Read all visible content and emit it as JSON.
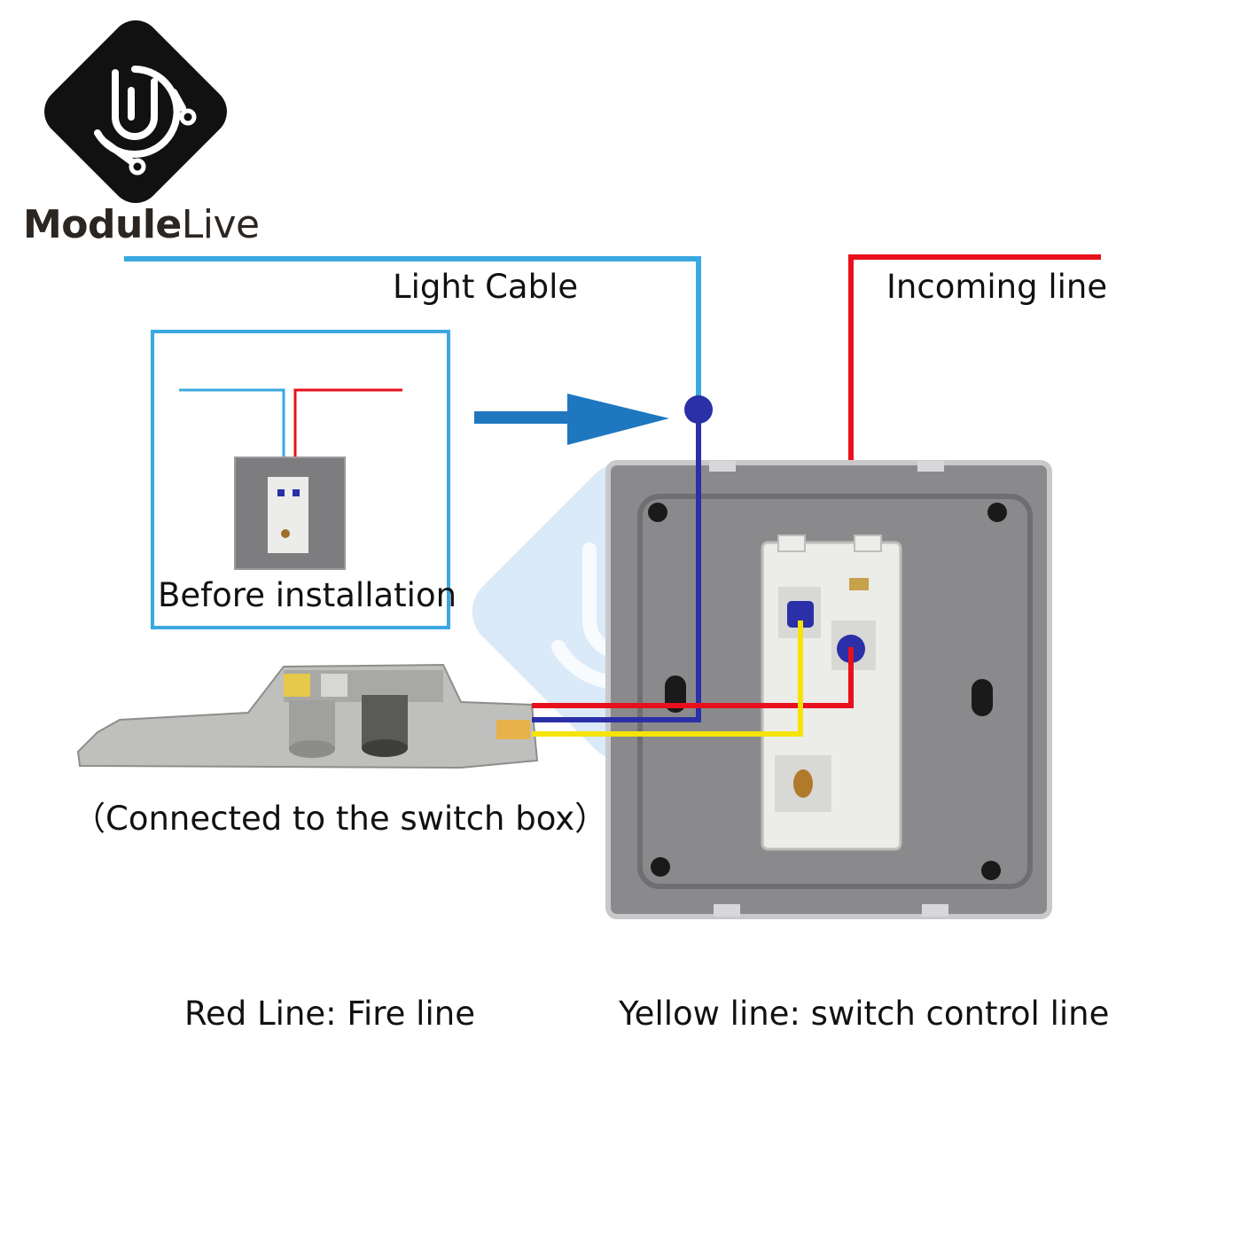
{
  "brand": {
    "name_bold": "Module",
    "name_light": "Live"
  },
  "labels": {
    "light_cable": "Light Cable",
    "incoming_line": "Incoming line",
    "before_installation": "Before installation",
    "connected": "（Connected to the switch box）",
    "red_line": "Red Line: Fire line",
    "yellow_line": "Yellow line: switch control line"
  },
  "colors": {
    "light_cable": "#3aa8e0",
    "fire_line": "#e8101c",
    "neutral_wire": "#2b2fa8",
    "switch_control": "#f5e30a",
    "arrow": "#1f77c0",
    "panel": "#8a8a8c",
    "logo": "#111111"
  }
}
